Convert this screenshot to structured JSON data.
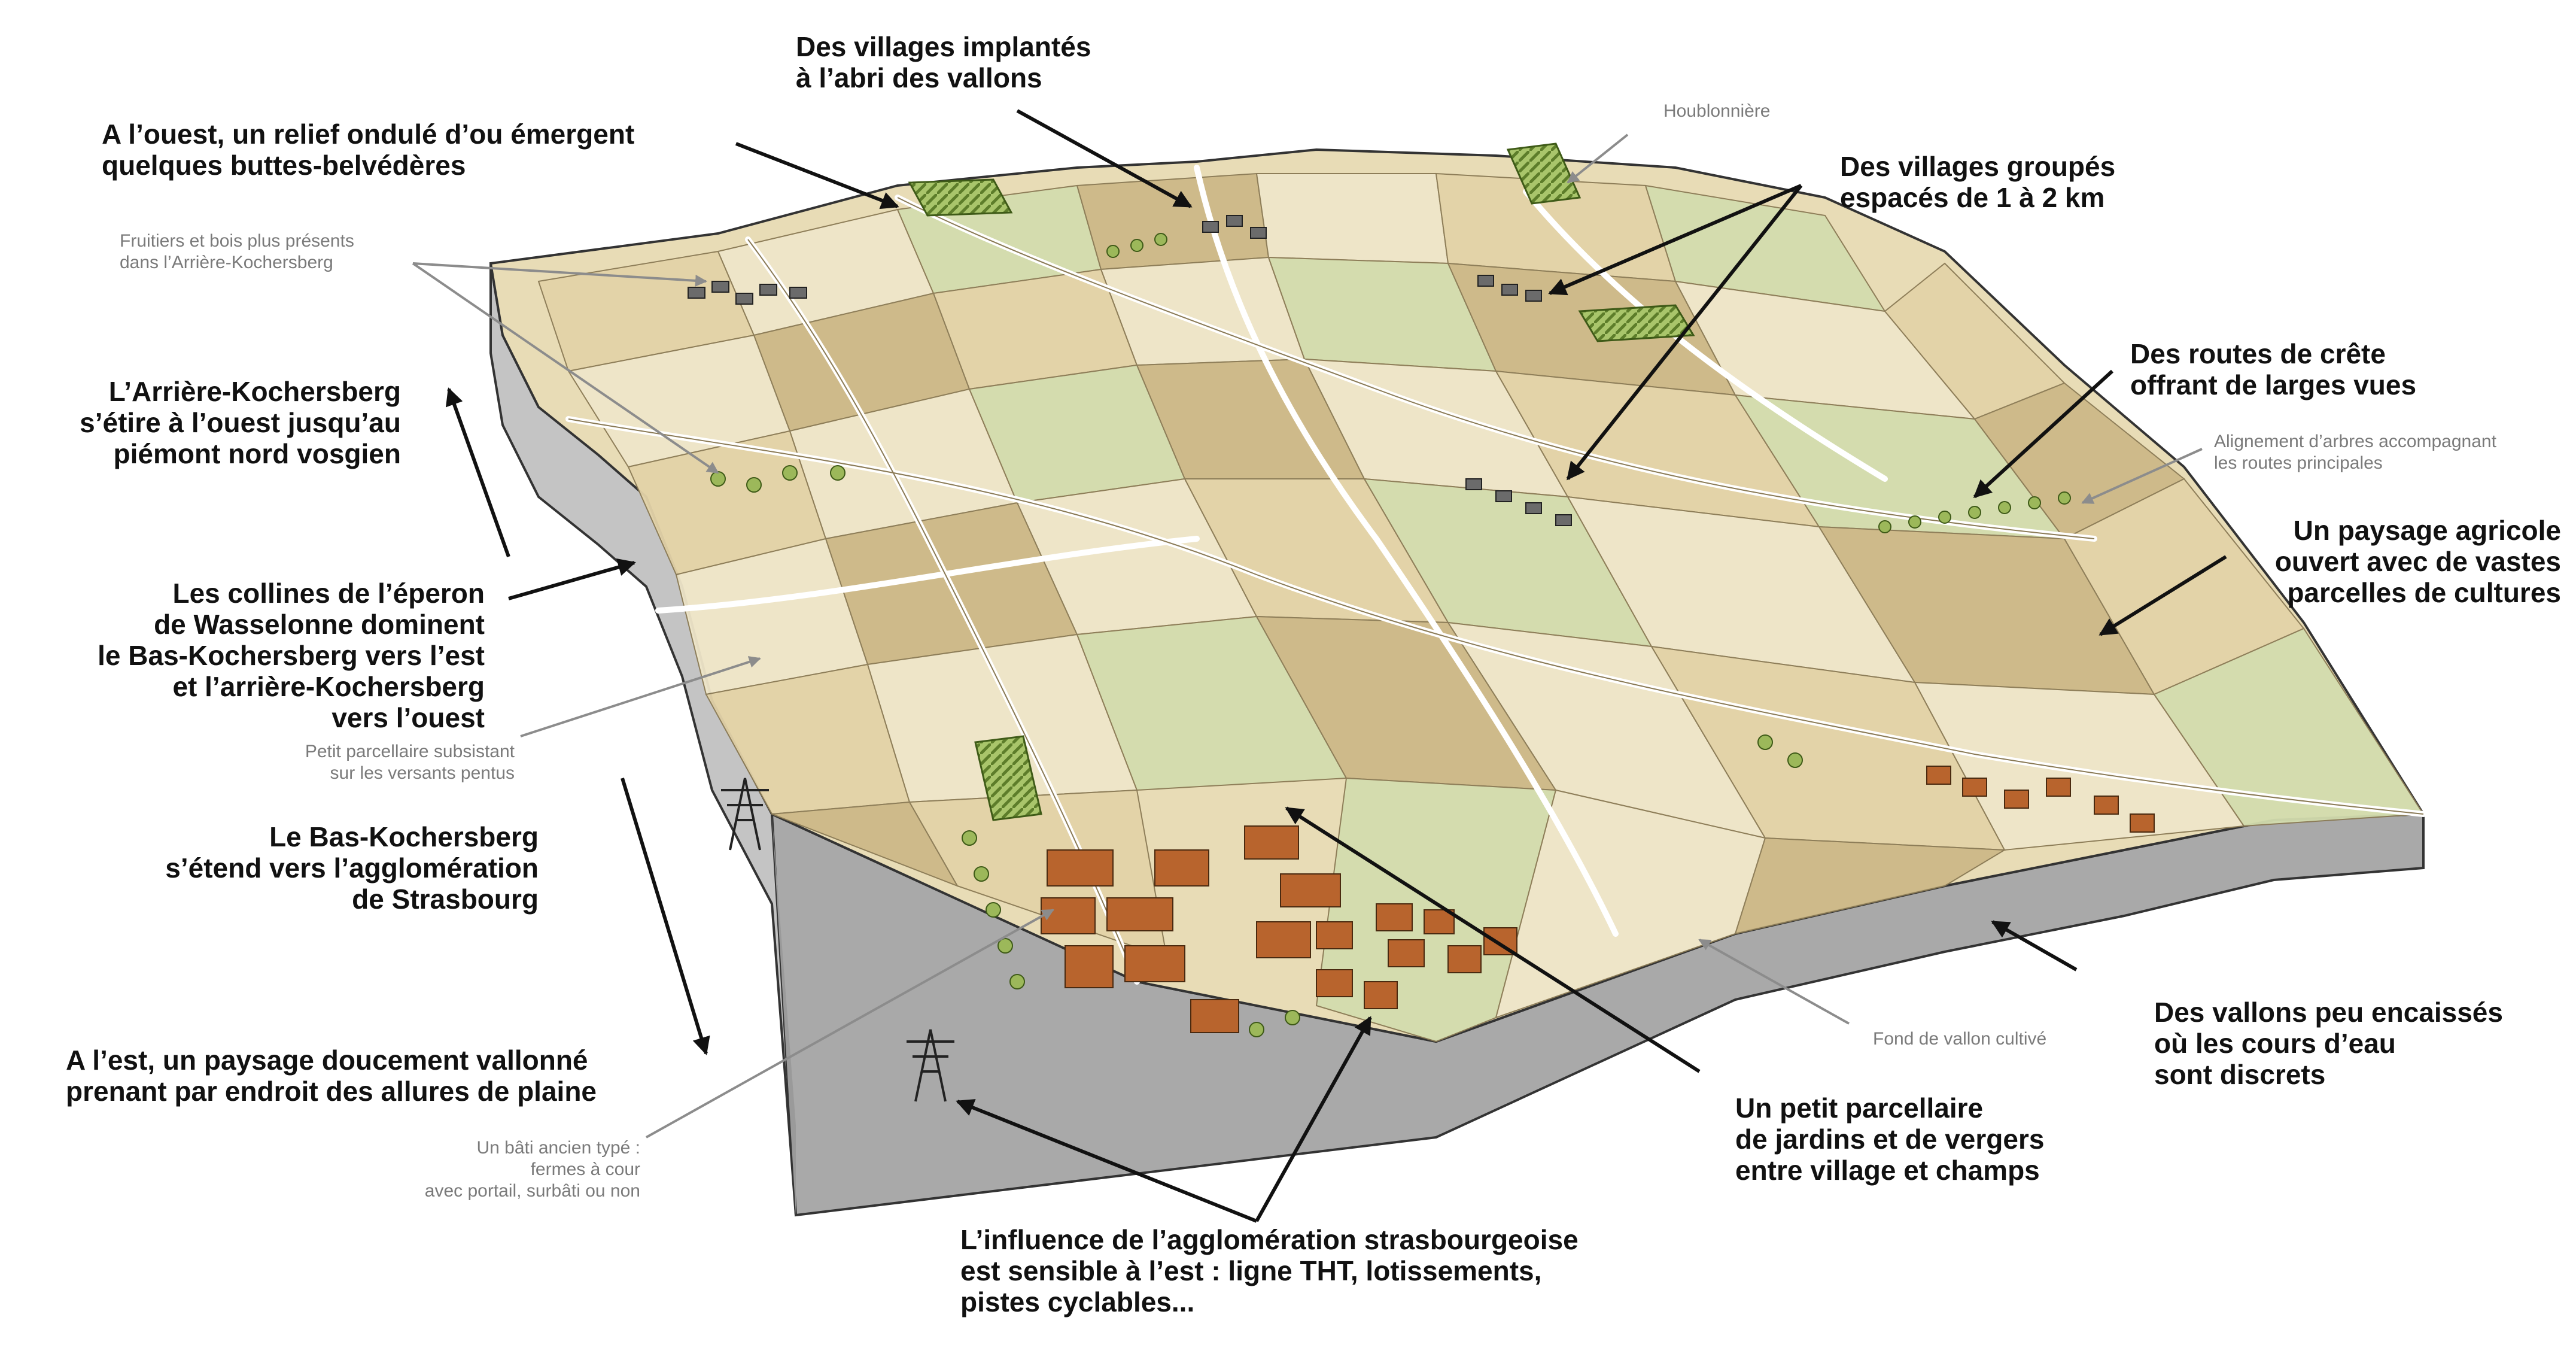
{
  "colors": {
    "field_light": "#efe6c9",
    "field_tan": "#e3d3a8",
    "field_dark": "#cdb988",
    "field_green": "#d3dcae",
    "block_side": "#b8b8b8",
    "block_front": "#a6a6a6",
    "roof": "#b8642d",
    "arrow": "#111111",
    "leader": "#8c8c8c"
  },
  "icons": [
    "pylon-icon",
    "tree-icon",
    "house-icon",
    "hop-field-icon"
  ],
  "labels": {
    "west_relief": "A l’ouest, un relief ondulé d’ou émergent\nquelques buttes-belvédères",
    "sheltered_villages": "Des villages implantés\nà l’abri des vallons",
    "grouped_villages": "Des villages groupés\nespacés de 1 à 2 km",
    "arriere_kochersberg": "L’Arrière-Kochersberg\ns’étire à l’ouest jusqu’au\npiémont nord vosgien",
    "ridge_roads": "Des routes de crête\noffrant de larges vues",
    "wasselonne_hills": "Les collines de l’éperon\nde Wasselonne dominent\nle Bas-Kochersberg vers l’est\net l’arrière-Kochersberg\nvers l’ouest",
    "open_landscape": "Un paysage agricole\nouvert avec de vastes\nparcelles de cultures",
    "bas_kochersberg": "Le Bas-Kochersberg\ns’étend vers l’agglomération\nde Strasbourg",
    "east_landscape": "A l’est, un paysage doucement vallonné\nprenant par endroit des allures de plaine",
    "gardens_orchards": "Un petit parcellaire\nde jardins et de vergers\nentre village et champs",
    "discrete_streams": "Des vallons peu encaissés\noù les cours d’eau\nsont discrets",
    "strasbourg_influence": "L’influence de l’agglomération strasbourgeoise\nest sensible à l’est : ligne THT, lotissements,\npistes cyclables..."
  },
  "sublabels": {
    "hop_field": "Houblonnière",
    "orchards_woods": "Fruitiers et bois plus présents\ndans l’Arrière-Kochersberg",
    "tree_alignment": "Alignement d’arbres accompagnant\nles routes principales",
    "small_plots": "Petit parcellaire subsistant\nsur les versants pentus",
    "valley_floor": "Fond de vallon cultivé",
    "old_buildings": "Un bâti ancien typé :\nfermes à cour\navec portail, surbâti ou non"
  }
}
